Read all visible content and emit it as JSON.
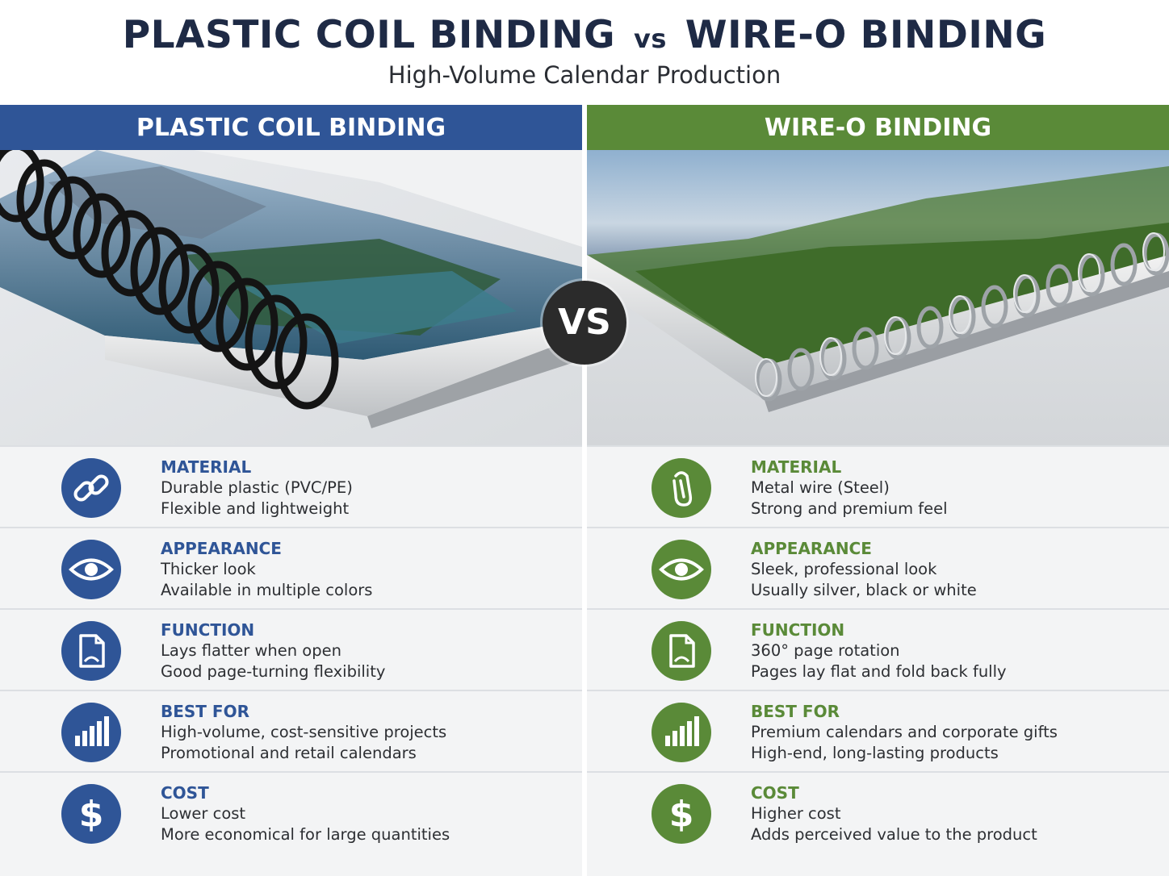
{
  "header": {
    "title_left": "PLASTIC COIL BINDING",
    "title_vs": "vs",
    "title_right": "WIRE-O BINDING",
    "subtitle": "High-Volume Calendar Production"
  },
  "vs_badge": "VS",
  "colors": {
    "plastic_accent": "#2f5597",
    "wire_accent": "#5a8a38",
    "badge": "#2b2b2b"
  },
  "left": {
    "heading": "PLASTIC COIL BINDING",
    "rows": [
      {
        "icon": "chain-link-icon",
        "label": "MATERIAL",
        "line1": "Durable plastic (PVC/PE)",
        "line2": "Flexible and lightweight"
      },
      {
        "icon": "eye-icon",
        "label": "APPEARANCE",
        "line1": "Thicker look",
        "line2": "Available in multiple colors"
      },
      {
        "icon": "document-icon",
        "label": "FUNCTION",
        "line1": "Lays flatter when open",
        "line2": "Good page-turning flexibility"
      },
      {
        "icon": "bar-chart-icon",
        "label": "BEST FOR",
        "line1": "High-volume, cost-sensitive projects",
        "line2": "Promotional and retail calendars"
      },
      {
        "icon": "dollar-icon",
        "label": "COST",
        "line1": "Lower cost",
        "line2": "More economical for large quantities"
      }
    ]
  },
  "right": {
    "heading": "WIRE-O BINDING",
    "rows": [
      {
        "icon": "paperclip-icon",
        "label": "MATERIAL",
        "line1": "Metal wire (Steel)",
        "line2": "Strong and premium feel"
      },
      {
        "icon": "eye-icon",
        "label": "APPEARANCE",
        "line1": "Sleek, professional look",
        "line2": "Usually silver, black or white"
      },
      {
        "icon": "document-icon",
        "label": "FUNCTION",
        "line1": "360° page rotation",
        "line2": "Pages lay flat and fold back fully"
      },
      {
        "icon": "bar-chart-icon",
        "label": "BEST FOR",
        "line1": "Premium calendars and corporate gifts",
        "line2": "High-end, long-lasting products"
      },
      {
        "icon": "dollar-icon",
        "label": "COST",
        "line1": "Higher cost",
        "line2": "Adds perceived value to the product"
      }
    ]
  }
}
